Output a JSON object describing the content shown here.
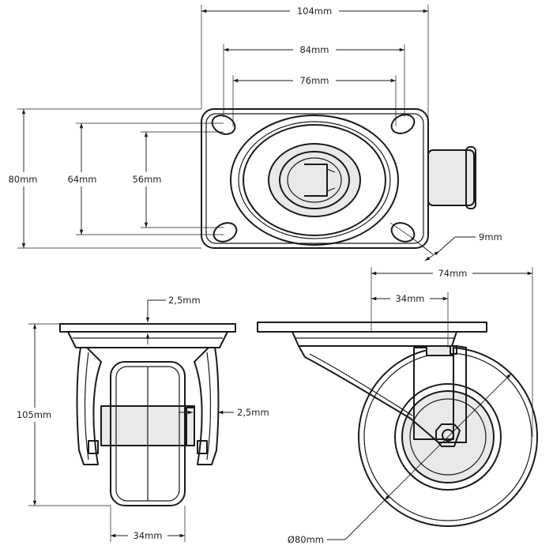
{
  "dimensions": {
    "plate_width": "104mm",
    "hole_spacing_outer_x": "84mm",
    "hole_spacing_inner_x": "76mm",
    "plate_height": "80mm",
    "hole_spacing_outer_y": "64mm",
    "hole_spacing_inner_y": "56mm",
    "hole_slot": "9mm",
    "offset_depth": "74mm",
    "swivel_offset": "34mm",
    "plate_thickness": "2,5mm",
    "fork_thickness": "2,5mm",
    "total_height": "105mm",
    "wheel_width": "34mm",
    "wheel_diameter": "Ø80mm"
  },
  "colors": {
    "line": "#1a1a1a",
    "shade": "#e9e9e9",
    "background": "#ffffff"
  }
}
